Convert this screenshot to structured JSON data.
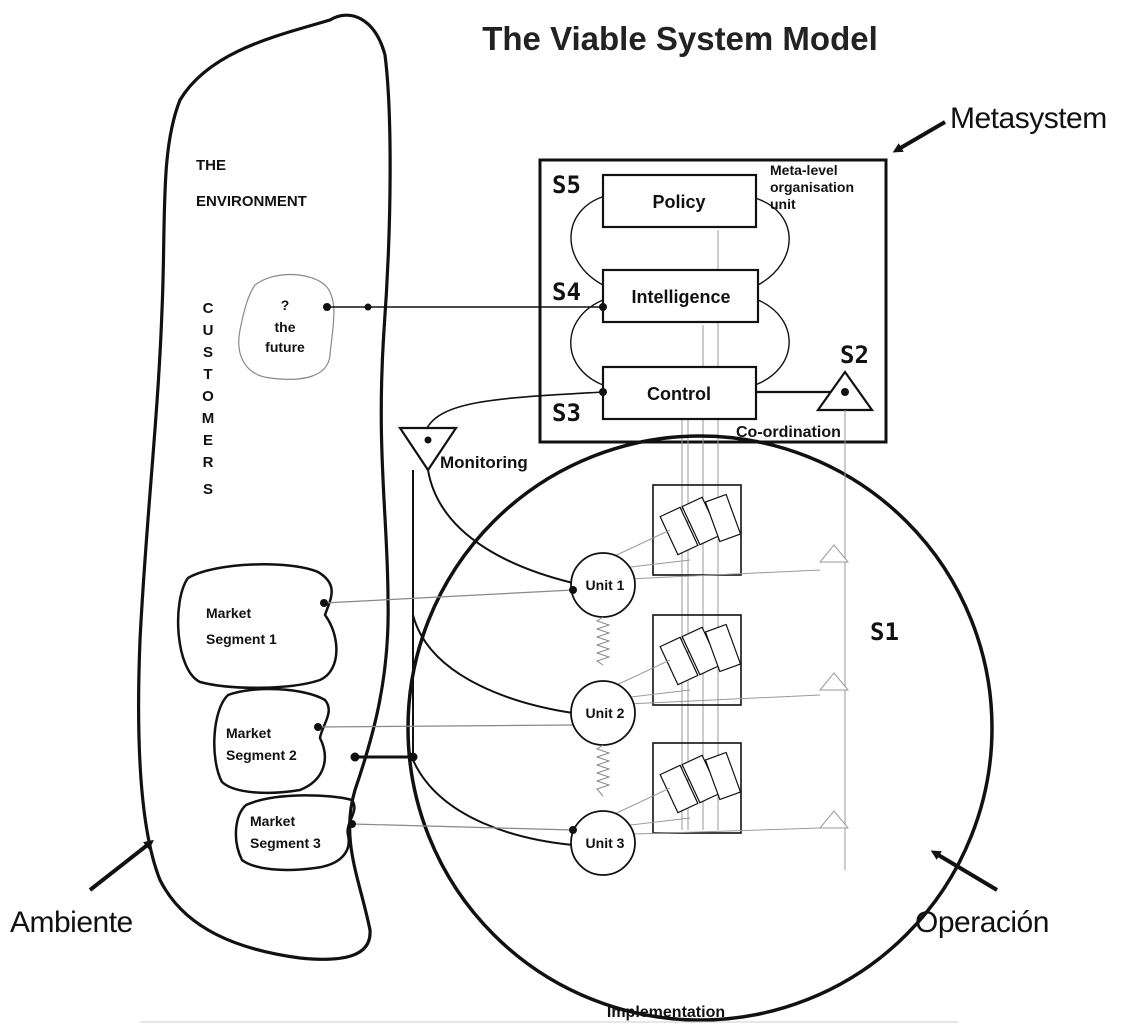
{
  "title": "The Viable System Model",
  "callouts": {
    "metasystem": "Metasystem",
    "ambiente": "Ambiente",
    "operacion": "Operación"
  },
  "environment": {
    "label_line1": "THE",
    "label_line2": "ENVIRONMENT",
    "customers_letters": [
      "C",
      "U",
      "S",
      "T",
      "O",
      "M",
      "E",
      "R",
      "S"
    ],
    "future_line1": "?",
    "future_line2": "the",
    "future_line3": "future",
    "segments": [
      {
        "line1": "Market",
        "line2": "Segment 1"
      },
      {
        "line1": "Market",
        "line2": "Segment 2"
      },
      {
        "line1": "Market",
        "line2": "Segment 3"
      }
    ]
  },
  "metasystem": {
    "s5": "S5",
    "s4": "S4",
    "s3": "S3",
    "s2": "S2",
    "s1": "S1",
    "policy": "Policy",
    "intelligence": "Intelligence",
    "control": "Control",
    "meta_line1": "Meta-level",
    "meta_line2": "organisation",
    "meta_line3": "unit",
    "coordination": "Co-ordination"
  },
  "operations": {
    "monitoring": "Monitoring",
    "units": [
      "Unit 1",
      "Unit 2",
      "Unit 3"
    ],
    "implementation": "Implementation"
  }
}
